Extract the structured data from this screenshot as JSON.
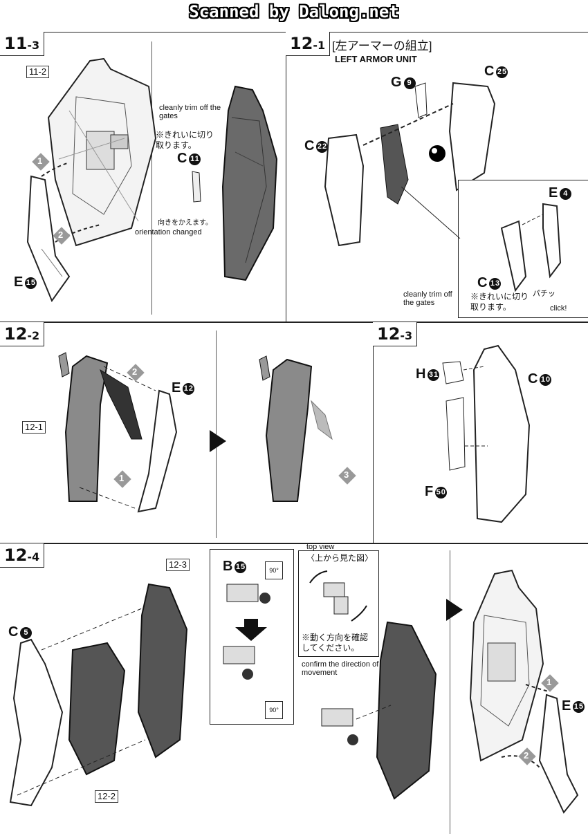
{
  "header": {
    "banner": "Scanned by Dalong.net"
  },
  "step_11_3": {
    "step": "11",
    "sub": "-3",
    "ref_tag": "11-2",
    "part_c": "C",
    "part_c_num": "11",
    "part_e": "E",
    "part_e_num": "15",
    "note_en": "cleanly trim off the gates",
    "note_jp": "※きれいに切り取ります。",
    "orient_jp": "向きをかえます。",
    "orient_en": "orientation changed",
    "arrow1": "1",
    "arrow2": "2"
  },
  "step_12_1": {
    "step": "12",
    "sub": "-1",
    "title_jp": "[左アーマーの組立]",
    "title_en": "LEFT ARMOR UNIT",
    "part_g": "G",
    "part_g_num": "9",
    "part_c25": "C",
    "part_c25_num": "25",
    "part_c22": "C",
    "part_c22_num": "22",
    "part_e4": "E",
    "part_e4_num": "4",
    "part_c13": "C",
    "part_c13_num": "13",
    "note_jp": "※きれいに切り取ります。",
    "note_en": "cleanly trim off the gates",
    "click_jp": "パチッ",
    "click_en": "click!"
  },
  "step_12_2": {
    "step": "12",
    "sub": "-2",
    "ref_tag": "12-1",
    "part_e": "E",
    "part_e_num": "12",
    "arrow1": "1",
    "arrow2": "2",
    "arrow3": "3"
  },
  "step_12_3": {
    "step": "12",
    "sub": "-3",
    "part_h": "H",
    "part_h_num": "31",
    "part_c": "C",
    "part_c_num": "10",
    "part_f": "F",
    "part_f_num": "50"
  },
  "step_12_4": {
    "step": "12",
    "sub": "-4",
    "ref_tag_a": "12-3",
    "ref_tag_b": "12-2",
    "part_c": "C",
    "part_c_num": "5",
    "part_b": "B",
    "part_b_num": "15",
    "part_e": "E",
    "part_e_num": "15",
    "angle_top": "90°",
    "angle_bottom": "90°",
    "top_view_en": "top view",
    "top_view_jp": "〈上から見た図〉",
    "confirm_jp": "※動く方向を確認してください。",
    "confirm_en": "confirm the direction of movement",
    "arrow1": "1",
    "arrow2": "2"
  }
}
